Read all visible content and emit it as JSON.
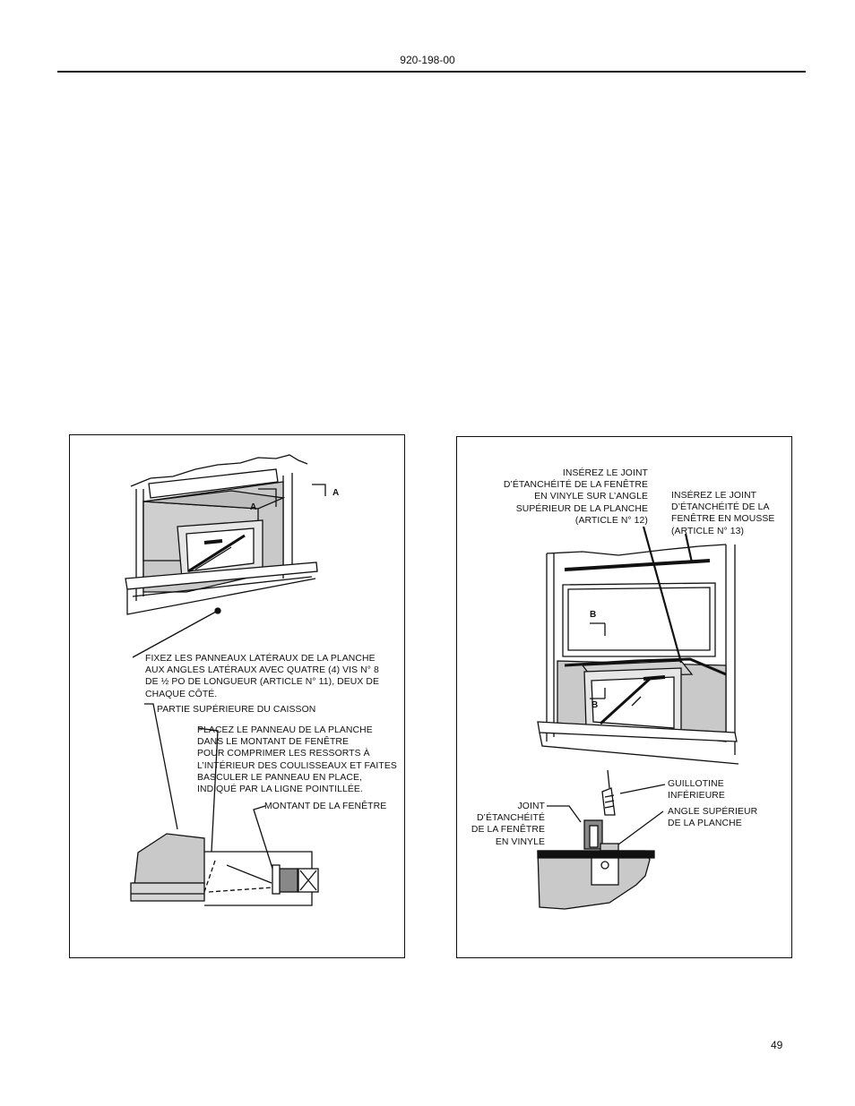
{
  "header": {
    "doc_number": "920-198-00"
  },
  "left_figure": {
    "marker_a1": "A",
    "marker_a2": "A",
    "label_fix_panels": "FIXEZ LES PANNEAUX LATÉRAUX DE LA PLANCHE\nAUX ANGLES LATÉRAUX AVEC QUATRE (4) VIS N° 8\nDE ½ PO DE LONGUEUR (ARTICLE N° 11), DEUX DE\nCHAQUE CÔTÉ.",
    "label_cabinet_top": "PARTIE SUPÉRIEURE DU CAISSON",
    "label_place_panel": "PLACEZ LE PANNEAU DE LA PLANCHE\nDANS LE MONTANT DE FENÊTRE\nPOUR COMPRIMER LES RESSORTS À\nL’INTÉRIEUR DES COULISSEAUX ET FAITES\nBASCULER LE PANNEAU EN PLACE,\nINDIQUÉ PAR LA LIGNE POINTILLÉE.",
    "label_window_jamb": "MONTANT DE LA FENÊTRE"
  },
  "right_figure": {
    "label_vinyl_seal_insert": "INSÉREZ LE JOINT\nD’ÉTANCHÉITÉ DE LA FENÊTRE\nEN VINYLE SUR L’ANGLE\nSUPÉRIEUR DE LA PLANCHE\n(ARTICLE N° 12)",
    "label_foam_seal_insert": "INSÉREZ LE JOINT\nD’ÉTANCHÉITÉ DE LA\nFENÊTRE EN MOUSSE\n(ARTICLE N° 13)",
    "marker_b1": "B",
    "marker_b2": "B",
    "label_lower_sash": "GUILLOTINE\nINFÉRIEURE",
    "label_vinyl_seal": "JOINT\nD’ÉTANCHÉITÉ\nDE LA FENÊTRE\nEN VINYLE",
    "label_top_angle": "ANGLE SUPÉRIEUR\nDE LA PLANCHE"
  },
  "footer": {
    "page_number": "49"
  }
}
